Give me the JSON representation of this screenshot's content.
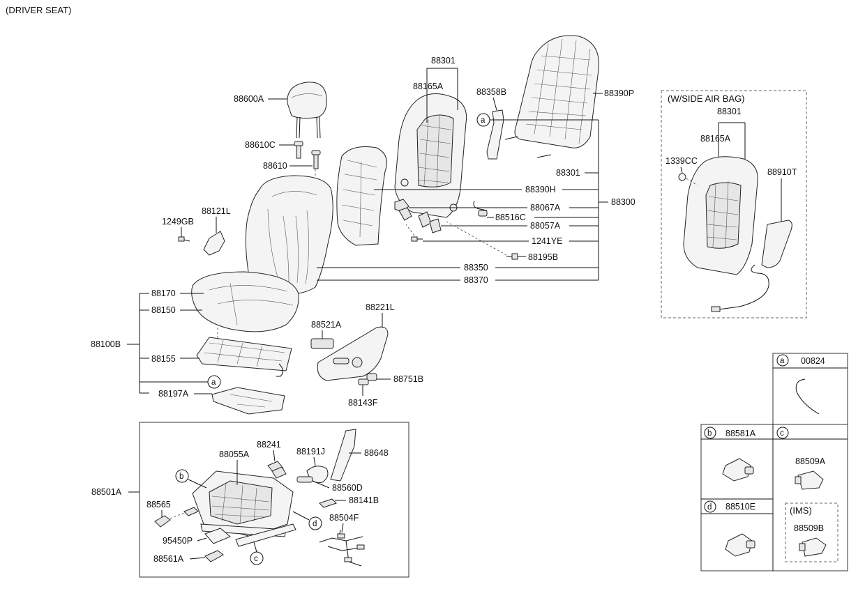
{
  "page_title": "(DRIVER SEAT)",
  "side_airbag_title": "(W/SIDE AIR BAG)",
  "ims_title": "(IMS)",
  "labels": {
    "l88301_top": "88301",
    "l88165A_top": "88165A",
    "l88358B": "88358B",
    "l88390P": "88390P",
    "l88600A": "88600A",
    "l88610C": "88610C",
    "l88610": "88610",
    "l88301_r": "88301",
    "l88390H": "88390H",
    "l88300": "88300",
    "l88067A": "88067A",
    "l88516C": "88516C",
    "l88057A": "88057A",
    "l1241YE": "1241YE",
    "l88195B": "88195B",
    "l88350": "88350",
    "l88370": "88370",
    "l1249GB": "1249GB",
    "l88121L": "88121L",
    "l88170": "88170",
    "l88150": "88150",
    "l88100B": "88100B",
    "l88155": "88155",
    "l88197A": "88197A",
    "l88221L": "88221L",
    "l88521A": "88521A",
    "l88751B": "88751B",
    "l88143F": "88143F",
    "l88501A": "88501A",
    "l88055A": "88055A",
    "l88241": "88241",
    "l88191J": "88191J",
    "l88648": "88648",
    "l88560D": "88560D",
    "l88565": "88565",
    "l88141B": "88141B",
    "l88504F": "88504F",
    "l95450P": "95450P",
    "l88561A": "88561A",
    "l88301_ab": "88301",
    "l88165A_ab": "88165A",
    "l1339CC": "1339CC",
    "l88910T": "88910T",
    "l00824": "00824",
    "l88581A": "88581A",
    "l88509A": "88509A",
    "l88510E": "88510E",
    "l88509B": "88509B"
  },
  "callouts": {
    "a": "a",
    "b": "b",
    "c": "c",
    "d": "d"
  }
}
